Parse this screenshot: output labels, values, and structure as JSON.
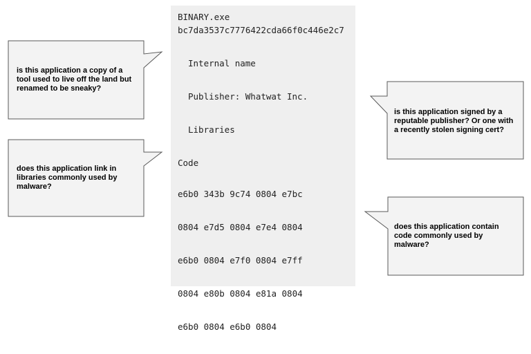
{
  "binary": {
    "filename": "BINARY.exe",
    "hash": "bc7da3537c7776422cda66f0c446e2c7",
    "internal_name": "Internal name",
    "publisher": "Publisher: Whatwat Inc.",
    "libraries": "Libraries",
    "code_label": "Code",
    "code_lines": [
      "e6b0 343b 9c74 0804 e7bc",
      "0804 e7d5 0804 e7e4 0804",
      "e6b0 0804 e7f0 0804 e7ff",
      "0804 e80b 0804 e81a 0804",
      "e6b0 0804 e6b0 0804"
    ]
  },
  "callouts": {
    "renamed_tool": "is this application a copy of a tool used to live off the land but renamed to be sneaky?",
    "libraries": "does this application link in libraries commonly used by malware?",
    "signed": "is this application signed by a reputable publisher? Or one with a recently stolen signing cert?",
    "code": "does this application contain code commonly used by malware?"
  },
  "colors": {
    "panel": "#efefef",
    "bubble_fill": "#f3f3f3",
    "bubble_stroke": "#595959"
  }
}
